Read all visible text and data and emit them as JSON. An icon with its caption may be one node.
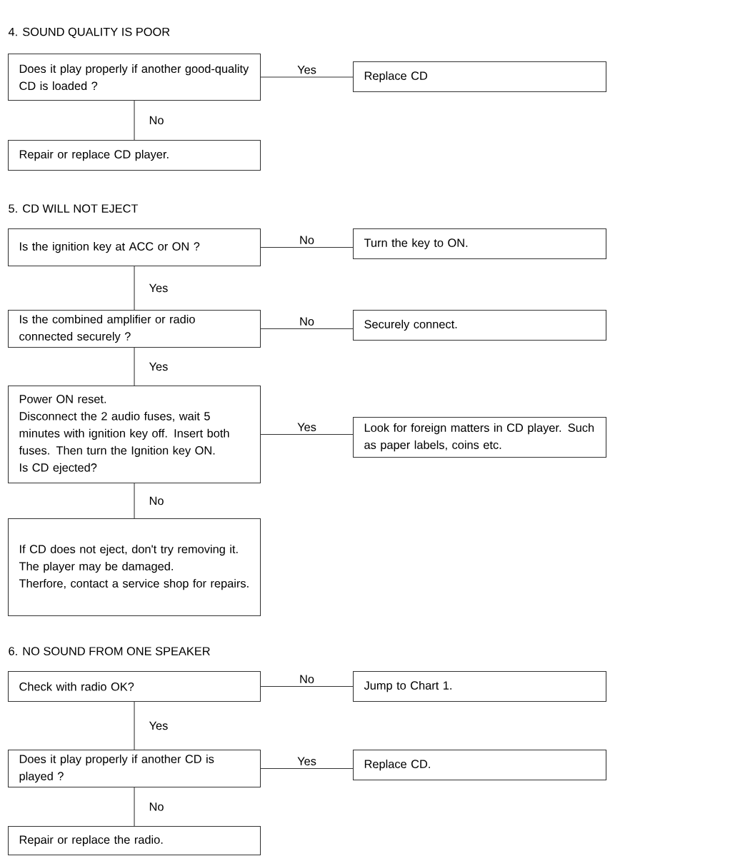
{
  "diagram": {
    "nodes": [
      {
        "text": [
          "Does it play properly if another good-quality CD is loaded ?"
        ]
      },
      {
        "text": [
          "Replace CD"
        ]
      },
      {
        "text": [
          "Repair or replace CD player."
        ]
      },
      {
        "text": [
          "Is the ignition key at ACC or ON ?"
        ]
      },
      {
        "text": [
          "Turn the key to ON."
        ]
      },
      {
        "text": [
          "Is the combined amplifier or radio connected securely ?"
        ]
      },
      {
        "text": [
          "Securely connect."
        ]
      },
      {
        "text": [
          "Power ON reset.",
          "Disconnect the 2 audio fuses, wait 5 minutes with ignition key off. Insert both fuses. Then turn the Ignition key ON.",
          "Is CD ejected?"
        ]
      },
      {
        "text": [
          "Look for foreign matters in CD player. Such as paper labels, coins etc."
        ]
      },
      {
        "text": [
          "If CD does not eject, don't try removing it.",
          "The player may be damaged.",
          "Therfore, contact a service shop for repairs."
        ]
      },
      {
        "text": [
          "Check with radio OK?"
        ]
      },
      {
        "text": [
          "Jump to Chart 1."
        ]
      },
      {
        "text": [
          "Does it play properly if another CD is played ?"
        ]
      },
      {
        "text": [
          "Replace CD."
        ]
      },
      {
        "text": [
          "Repair or replace the radio."
        ]
      }
    ],
    "edges": [
      {
        "from": 0,
        "to": 1,
        "arrow": "none",
        "label": "Yes"
      },
      {
        "from": 0,
        "to": 2,
        "arrow": "none",
        "label": "No"
      },
      {
        "from": 3,
        "to": 4,
        "arrow": "none",
        "label": "No"
      },
      {
        "from": 3,
        "to": 5,
        "arrow": "none",
        "label": "Yes"
      },
      {
        "from": 5,
        "to": 6,
        "arrow": "none",
        "label": "No"
      },
      {
        "from": 5,
        "to": 7,
        "arrow": "none",
        "label": "Yes"
      },
      {
        "from": 7,
        "to": 8,
        "arrow": "none",
        "label": "Yes"
      },
      {
        "from": 7,
        "to": 9,
        "arrow": "none",
        "label": "No"
      },
      {
        "from": 10,
        "to": 11,
        "arrow": "none",
        "label": "No"
      },
      {
        "from": 10,
        "to": 12,
        "arrow": "none",
        "label": "Yes"
      },
      {
        "from": 12,
        "to": 13,
        "arrow": "none",
        "label": "Yes"
      },
      {
        "from": 12,
        "to": 14,
        "arrow": "none",
        "label": "No"
      }
    ],
    "labels": [
      "4.  SOUND QUALITY IS POOR",
      "5.  CD WILL NOT EJECT",
      "6.  NO SOUND FROM ONE SPEAKER"
    ]
  }
}
